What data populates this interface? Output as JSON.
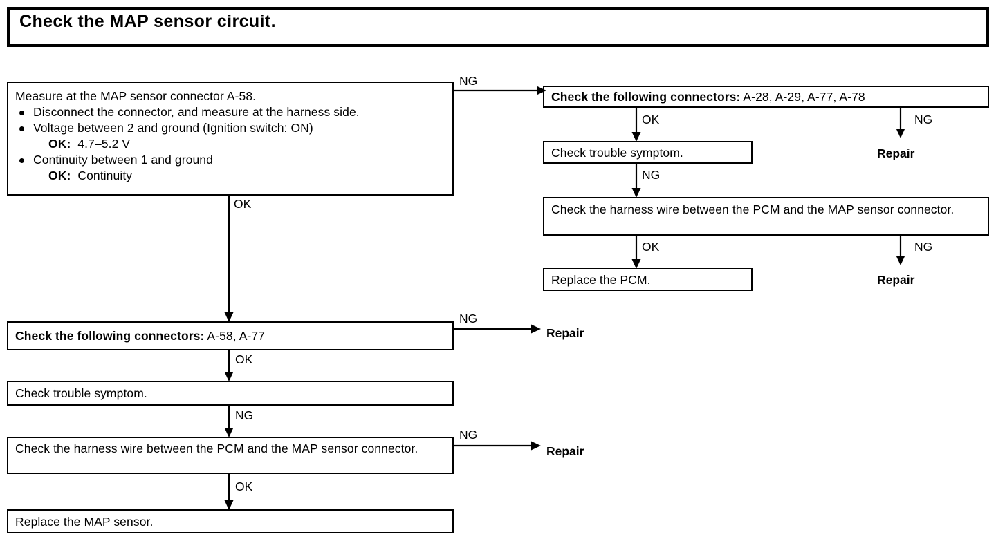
{
  "title": {
    "text": "Check the MAP sensor circuit."
  },
  "nodes": {
    "measure": {
      "lead": "Measure at the MAP sensor connector A-58.",
      "bullets": [
        {
          "text": "Disconnect the connector, and measure at the harness side."
        },
        {
          "text": "Voltage between 2 and ground (Ignition switch: ON)",
          "ok_label": "OK:",
          "ok_value": "4.7–5.2 V"
        },
        {
          "text": "Continuity between 1 and ground",
          "ok_label": "OK:",
          "ok_value": "Continuity"
        }
      ]
    },
    "connectors_right": {
      "lead": "Check the following connectors:",
      "value": " A-28, A-29, A-77, A-78"
    },
    "trouble_right": {
      "text": "Check trouble symptom."
    },
    "harness_right": {
      "text": "Check the harness wire between the PCM and the MAP sensor connector."
    },
    "replace_pcm": {
      "text": "Replace the PCM."
    },
    "connectors_left": {
      "lead": "Check the following connectors:",
      "value": " A-58, A-77"
    },
    "trouble_left": {
      "text": "Check trouble symptom."
    },
    "harness_left": {
      "text": "Check the harness wire between the PCM and the MAP sensor connector."
    },
    "replace_map": {
      "text": "Replace the MAP sensor."
    }
  },
  "terminals": {
    "repair_top_right": "Repair",
    "repair_bottom_right": "Repair",
    "repair_mid_left": "Repair",
    "repair_bottom_left": "Repair"
  },
  "edges": {
    "measure_ng": "NG",
    "measure_ok": "OK",
    "conn_right_ok": "OK",
    "conn_right_ng": "NG",
    "trouble_right_ng": "NG",
    "harness_right_ok": "OK",
    "harness_right_ng": "NG",
    "conn_left_ng": "NG",
    "conn_left_ok": "OK",
    "trouble_left_ng": "NG",
    "harness_left_ok": "OK",
    "harness_left_ng": "NG"
  },
  "colors": {
    "ink": "#000000",
    "paper": "#ffffff"
  }
}
